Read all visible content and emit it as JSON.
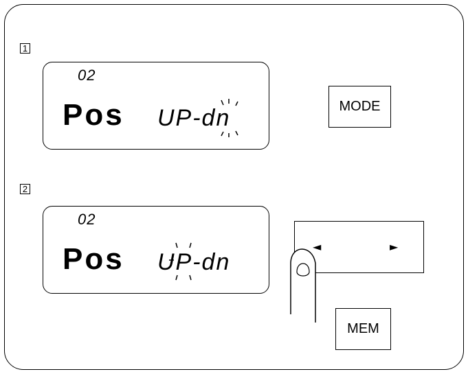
{
  "steps": [
    "1",
    "2"
  ],
  "panel1": {
    "display_number": "02",
    "display_label": "Pos",
    "display_value": "UP-dn",
    "button": "MODE"
  },
  "panel2": {
    "display_number": "02",
    "display_label": "Pos",
    "display_value": "UP-dn",
    "left_arrow_icon": "◄",
    "right_arrow_icon": "►",
    "button": "MEM"
  },
  "icons": [
    "finger-icon",
    "blink-marks-icon"
  ]
}
